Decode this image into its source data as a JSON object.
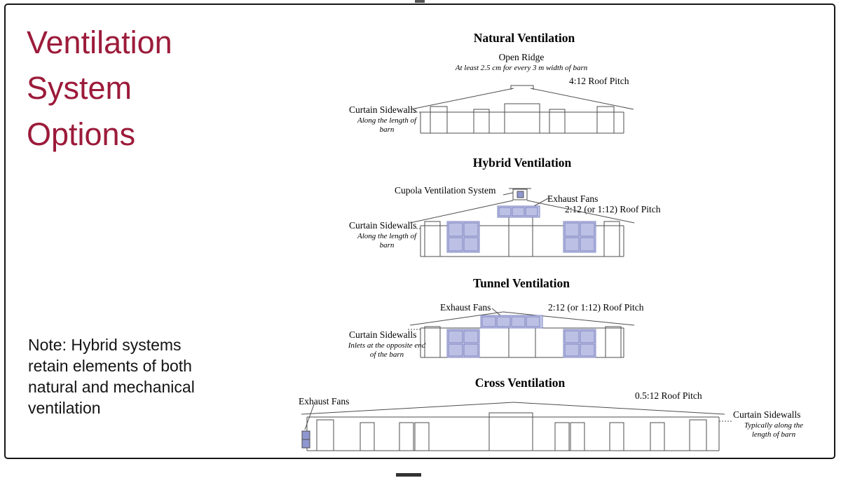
{
  "slide": {
    "title": "Ventilation System Options",
    "note": "Note: Hybrid systems retain elements of both natural and mechanical ventilation"
  },
  "colors": {
    "title_accent": "#9c1b3a",
    "diagram_line": "#4d4d4d",
    "fan_fill": "#c9cdea",
    "fan_cell_fill": "#bcc0e4",
    "fan_stroke": "#7d84c0",
    "small_fan_fill": "#8f97d0"
  },
  "sections": [
    {
      "id": "natural",
      "heading": "Natural Ventilation",
      "labels": {
        "open_ridge": "Open Ridge",
        "open_ridge_sub": "At least 2.5 cm for every 3 m width of barn",
        "roof_pitch": "4:12 Roof Pitch",
        "sidewalls": "Curtain Sidewalls",
        "sidewalls_sub": "Along the length of barn"
      }
    },
    {
      "id": "hybrid",
      "heading": "Hybrid Ventilation",
      "labels": {
        "cupola": "Cupola Ventilation System",
        "exhaust_fans": "Exhaust Fans",
        "roof_pitch": "2:12 (or 1:12) Roof Pitch",
        "sidewalls": "Curtain Sidewalls",
        "sidewalls_sub": "Along the length of barn"
      }
    },
    {
      "id": "tunnel",
      "heading": "Tunnel Ventilation",
      "labels": {
        "exhaust_fans": "Exhaust Fans",
        "roof_pitch": "2:12 (or 1:12) Roof Pitch",
        "sidewalls": "Curtain Sidewalls",
        "sidewalls_sub": "Inlets at the opposite end of the barn"
      }
    },
    {
      "id": "cross",
      "heading": "Cross Ventilation",
      "labels": {
        "exhaust_fans": "Exhaust Fans",
        "roof_pitch": "0.5:12 Roof Pitch",
        "sidewalls": "Curtain Sidewalls",
        "sidewalls_sub": "Typically along the length of barn"
      }
    }
  ]
}
